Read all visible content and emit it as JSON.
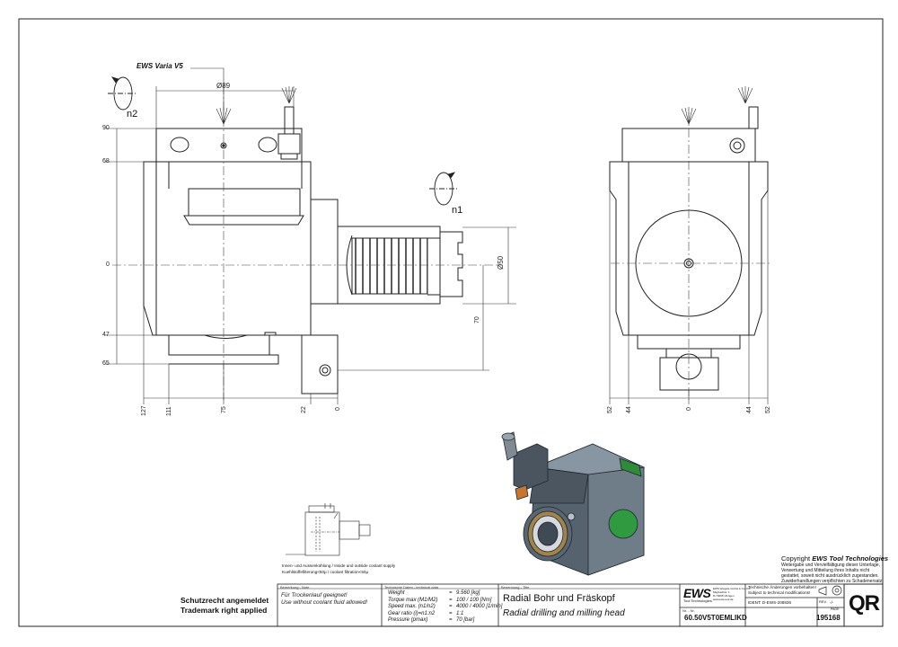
{
  "drawing": {
    "label_tool": "EWS Varia V5",
    "dia89": "Ø89",
    "dia50": "Ø50",
    "n1": "n1",
    "n2": "n2",
    "left_y_dims": [
      "90",
      "68",
      "0",
      "47",
      "65"
    ],
    "bottom_dims_left": [
      "127",
      "111",
      "75",
      "22",
      "0"
    ],
    "vert_70": "70",
    "bottom_dims_right": [
      "52",
      "44",
      "0",
      "44",
      "52"
    ]
  },
  "small_sketch": {
    "note_line1": "Innen- und Aussenkühlung / Inside and outside coolant supply",
    "note_line2": "Kuehlstoffefilterung<50µ / coolant filtration<50µ"
  },
  "copyright": {
    "title_prefix": "Copyright ",
    "title_brand": "EWS Tool Technologies",
    "lines": [
      "Weitergabe und Vervielfältigung dieser Unterlage,",
      "Verwertung und Mitteilung ihres Inhalts nicht",
      "gestattet, soweit nicht ausdrücklich zugestanden.",
      "Zuwiderhandlungen verpflichten zu Schadenersatz."
    ]
  },
  "protection": {
    "line1": "Schutzrecht angemeldet",
    "line2": "Trademark right applied"
  },
  "title_block": {
    "remark_hdr": "Bemerkung - Note",
    "remark_de": "Für Trockenlauf geeignet!",
    "remark_en": "Use without coolant fluid allowed!",
    "tech_hdr": "Technische Daten - technical data",
    "tech_rows": [
      {
        "k": "Weight",
        "sep": "=",
        "v": "9.560 [kg]"
      },
      {
        "k": "Torque max (M1/M2)",
        "sep": "=",
        "v": "100 / 100 [Nm]"
      },
      {
        "k": "Speed max. (n1/n2)",
        "sep": "=",
        "v": "4000 / 4000 [1/min]"
      },
      {
        "k": "Gear ratio  (i)=n1:n2",
        "sep": "=",
        "v": "1:1"
      },
      {
        "k": "Pressure    (pmax)",
        "sep": "=",
        "v": "70 [bar]"
      }
    ],
    "name_hdr": "Benennung - Title",
    "name_de": "Radial Bohr und Fräskopf",
    "name_en": "Radial drilling and milling head",
    "logo": "EWS",
    "logo_sub": "Tool Technologies",
    "company_lines": [
      "EWS Weigele GmbH & Co. KG",
      "Maybachstr. 1",
      "D-73095 Uhingen",
      "www.ews-tool.de"
    ],
    "nr_hdr": "Nr. - Nr.",
    "part_no": "60.50V5T0EMLIKD",
    "change_line1": "Technische Änderungen vorbehalten!",
    "change_line2": "Subject to technical modifications!",
    "ident": "IDENT: D-EWS-208836",
    "rev_lbl": "REV.",
    "rev_val": "-/-",
    "page_lbl": "PAGE",
    "doc_no": "195168",
    "qr": "QR"
  }
}
